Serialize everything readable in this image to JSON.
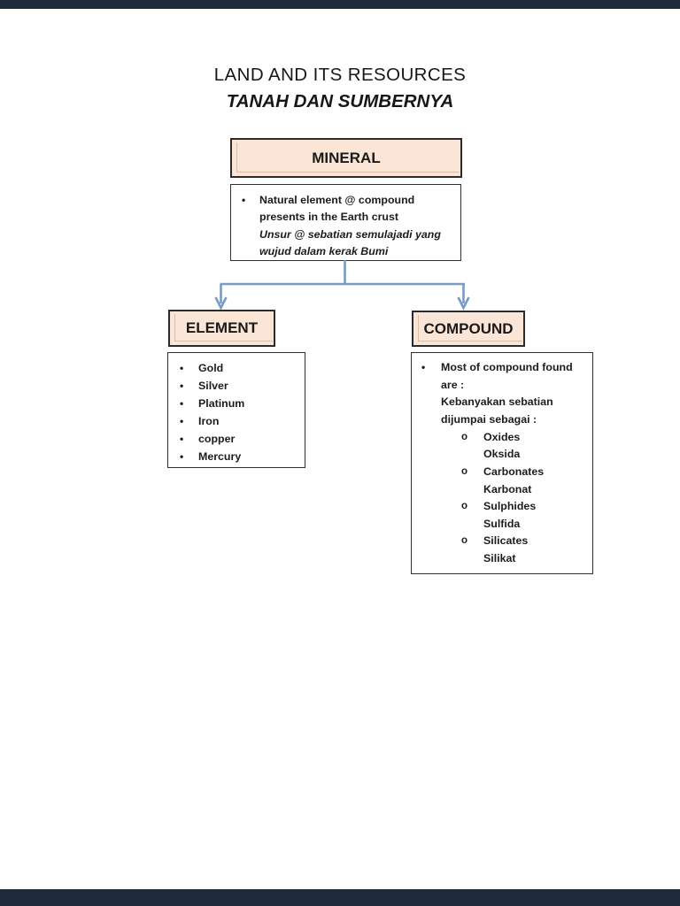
{
  "title": {
    "line1": "LAND AND ITS RESOURCES",
    "line2": "TANAH DAN SUMBERNYA"
  },
  "icons": {
    "bullet": "•",
    "circle_bullet": "o"
  },
  "colors": {
    "box_fill": "#fbe5d6",
    "box_border": "#2b2b2b",
    "connector_blue": "#7b9ac3",
    "viewer_chrome": "#1d2b3a"
  },
  "mineral": {
    "label": "MINERAL",
    "description": {
      "en_lines": [
        "Natural element @ compound",
        "presents in the Earth crust"
      ],
      "ms_lines": [
        "Unsur @ sebatian semulajadi yang",
        "wujud dalam kerak Bumi"
      ]
    }
  },
  "element": {
    "label": "ELEMENT",
    "items": [
      "Gold",
      "Silver",
      "Platinum",
      "Iron",
      "copper",
      "Mercury"
    ]
  },
  "compound": {
    "label": "COMPOUND",
    "intro_lines": [
      "Most of compound found",
      "are :",
      "Kebanyakan sebatian",
      "dijumpai sebagai :"
    ],
    "items": [
      {
        "en": "Oxides",
        "ms": "Oksida"
      },
      {
        "en": "Carbonates",
        "ms": "Karbonat"
      },
      {
        "en": "Sulphides",
        "ms": "Sulfida"
      },
      {
        "en": "Silicates",
        "ms": "Silikat"
      }
    ]
  }
}
